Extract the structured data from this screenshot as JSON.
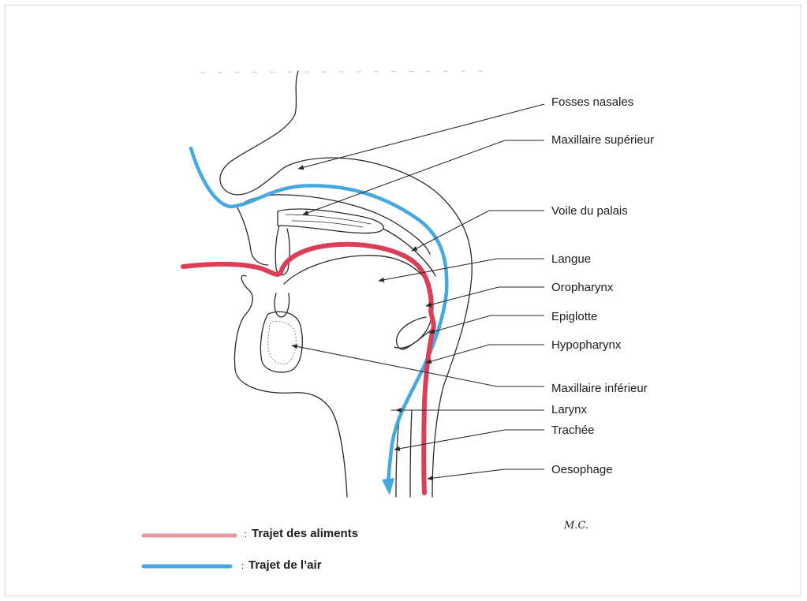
{
  "labels": {
    "fosses_nasales": "Fosses nasales",
    "maxillaire_superieur": "Maxillaire supérieur",
    "voile_du_palais": "Voile du palais",
    "langue": "Langue",
    "oropharynx": "Oropharynx",
    "epiglotte": "Epiglotte",
    "hypopharynx": "Hypopharynx",
    "maxillaire_inferieur": "Maxillaire inférieur",
    "larynx": "Larynx",
    "trachee": "Trachée",
    "oesophage": "Oesophage"
  },
  "legend": {
    "colon": ":",
    "food_label": "Trajet des aliments",
    "air_label": "Trajet de l’air",
    "food_color": "#dc3d57",
    "air_color": "#46a8e0"
  },
  "signature": "M.C."
}
